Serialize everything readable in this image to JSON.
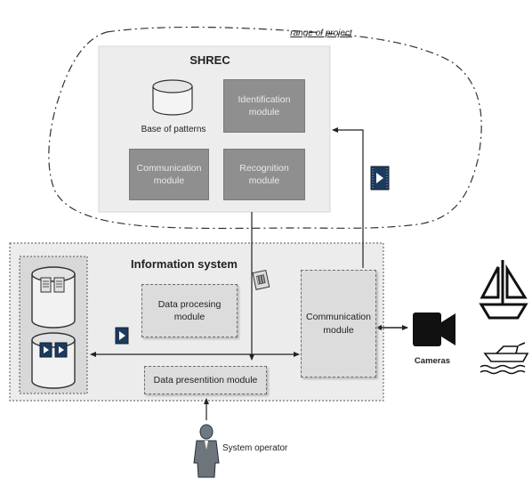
{
  "project_scope": {
    "label": "range of project"
  },
  "shrec": {
    "title": "SHREC",
    "base_of_patterns": "Base of patterns",
    "identification_module": "Identification module",
    "communication_module": "Communication module",
    "recognition_module": "Recognition module"
  },
  "information_system": {
    "title": "Information system",
    "data_processing_module": "Data procesing module",
    "data_presentation_module": "Data presentition module",
    "communication_module": "Communication module"
  },
  "external": {
    "cameras": "Cameras",
    "system_operator": "System operator"
  },
  "icons": [
    "database-documents-icon",
    "database-video-icon",
    "video-file-icon",
    "image-file-icon",
    "camera-icon",
    "sailboat-icon",
    "motorboat-icon",
    "person-icon"
  ]
}
